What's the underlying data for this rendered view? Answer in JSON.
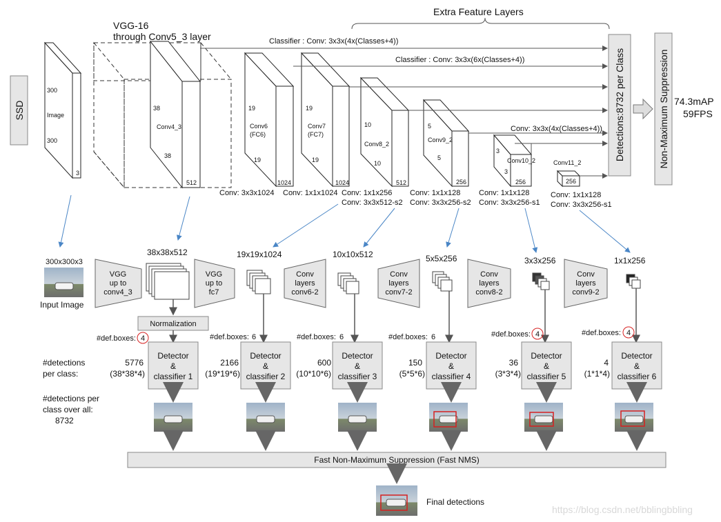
{
  "top": {
    "ssd": "SSD",
    "vgg_title_1": "VGG-16",
    "vgg_title_2": "through Conv5_3 layer",
    "extra_layers": "Extra Feature Layers",
    "classifier_4": "Classifier : Conv: 3x3x(4x(Classes+4))",
    "classifier_6": "Classifier : Conv: 3x3x(6x(Classes+4))",
    "classifier_4b": "Conv: 3x3x(4x(Classes+4))",
    "detections_box": "Detections:8732  per Class",
    "nms_box": "Non-Maximum Suppression",
    "map": "74.3mAP",
    "fps": "59FPS",
    "image_block": {
      "h": "300",
      "label": "Image",
      "w": "300",
      "d": "3"
    },
    "conv4_3": {
      "h": "38",
      "label": "Conv4_3",
      "w": "38",
      "d": "512"
    },
    "conv6": {
      "h": "19",
      "label1": "Conv6",
      "label2": "(FC6)",
      "w": "19",
      "d": "1024"
    },
    "conv7": {
      "h": "19",
      "label1": "Conv7",
      "label2": "(FC7)",
      "w": "19",
      "d": "1024"
    },
    "conv8_2": {
      "h": "10",
      "label": "Conv8_2",
      "w": "10",
      "d": "512"
    },
    "conv9_2": {
      "h": "5",
      "label": "Conv9_2",
      "w": "5",
      "d": "256"
    },
    "conv10_2": {
      "h": "3",
      "label": "Conv10_2",
      "w": "3",
      "d": "256"
    },
    "conv11_2": {
      "label": "Conv11_2",
      "d": "256"
    },
    "conv_captions": [
      "Conv: 3x3x1024",
      "Conv: 1x1x1024",
      "Conv:  1x1x256",
      "Conv:  3x3x512-s2",
      "Conv: 1x1x128",
      "Conv: 3x3x256-s2",
      "Conv: 1x1x128",
      "Conv: 3x3x256-s1",
      "Conv: 1x1x128",
      "Conv: 3x3x256-s1"
    ]
  },
  "bottom": {
    "sizes": [
      "300x300x3",
      "38x38x512",
      "19x19x1024",
      "10x10x512",
      "5x5x256",
      "3x3x256",
      "1x1x256"
    ],
    "input_image": "Input Image",
    "vgg_box": [
      "VGG",
      "up to",
      "conv4_3"
    ],
    "vgg_fc7": [
      "VGG",
      "up to",
      "fc7"
    ],
    "conv_boxes": [
      [
        "Conv",
        "layers",
        "conv6-2"
      ],
      [
        "Conv",
        "layers",
        "conv7-2"
      ],
      [
        "Conv",
        "layers",
        "conv8-2"
      ],
      [
        "Conv",
        "layers",
        "conv9-2"
      ]
    ],
    "normalization": "Normalization",
    "defboxes_label": "#def.boxes:",
    "defboxes": [
      "4",
      "6",
      "6",
      "6",
      "4",
      "4"
    ],
    "detections_per_class": [
      "#detections",
      "per class:"
    ],
    "detections_overall": [
      "#detections per",
      "class over all:",
      "8732"
    ],
    "counts": [
      {
        "n": "5776",
        "f": "(38*38*4)"
      },
      {
        "n": "2166",
        "f": "(19*19*6)"
      },
      {
        "n": "600",
        "f": "(10*10*6)"
      },
      {
        "n": "150",
        "f": "(5*5*6)"
      },
      {
        "n": "36",
        "f": "(3*3*4)"
      },
      {
        "n": "4",
        "f": "(1*1*4)"
      }
    ],
    "detectors": [
      [
        "Detector",
        "&",
        "classifier 1"
      ],
      [
        "Detector",
        "&",
        "classifier 2"
      ],
      [
        "Detector",
        "&",
        "classifier 3"
      ],
      [
        "Detector",
        "&",
        "classifier 4"
      ],
      [
        "Detector",
        "&",
        "classifier 5"
      ],
      [
        "Detector",
        "&",
        "classifier 6"
      ]
    ],
    "fast_nms": "Fast Non-Maximum  Suppression (Fast NMS)",
    "final": "Final detections",
    "watermark": "https://blog.csdn.net/bblingbbling"
  },
  "colors": {
    "arrow": "#555555",
    "blue": "#4a86c6",
    "box": "#e6e6e6",
    "circle": "#d62020",
    "red": "#d62020"
  }
}
